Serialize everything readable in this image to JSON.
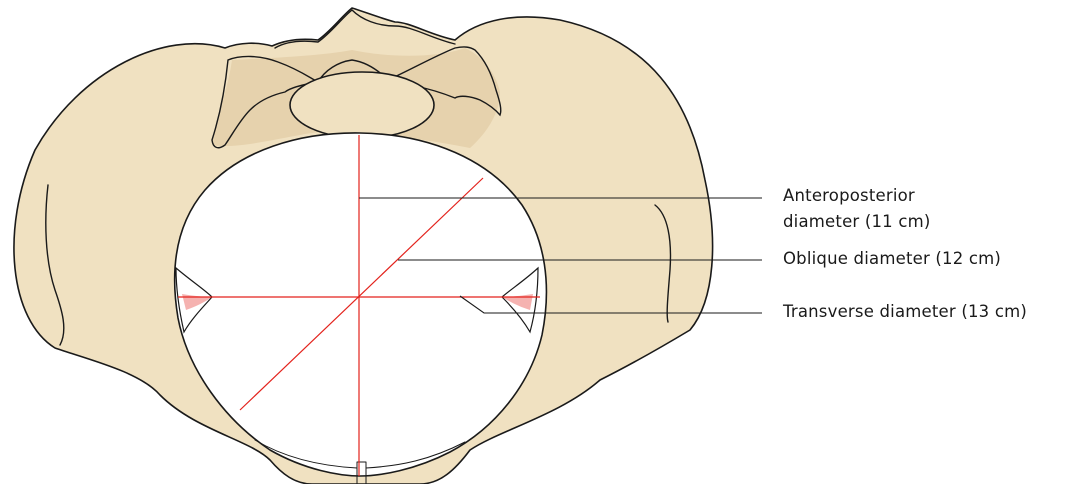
{
  "labels": {
    "ap_line1": "Anteroposterior",
    "ap_line2": "diameter (11 cm)",
    "oblique": "Oblique diameter (12 cm)",
    "transverse": "Transverse diameter (13 cm)"
  },
  "colors": {
    "bone": "#f0e1c1",
    "outline": "#1a1a1a",
    "diameter_lines": "#e3221c"
  }
}
